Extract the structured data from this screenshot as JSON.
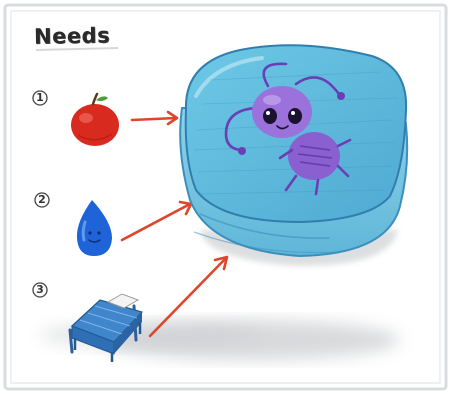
{
  "title": "Needs",
  "needs": [
    {
      "number": "1",
      "icon": "apple-icon"
    },
    {
      "number": "2",
      "icon": "water-drop-icon"
    },
    {
      "number": "3",
      "icon": "bed-icon"
    }
  ],
  "habitat": {
    "icon": "container-icon",
    "animal": "bug-icon"
  },
  "colors": {
    "apple": "#d92a1f",
    "water": "#1f63d8",
    "bed": "#2e6fb5",
    "container": "#5cb8d8",
    "bug": "#8a5fd0",
    "arrow": "#e0452a",
    "frame_shadow": "#cfd2d6"
  }
}
